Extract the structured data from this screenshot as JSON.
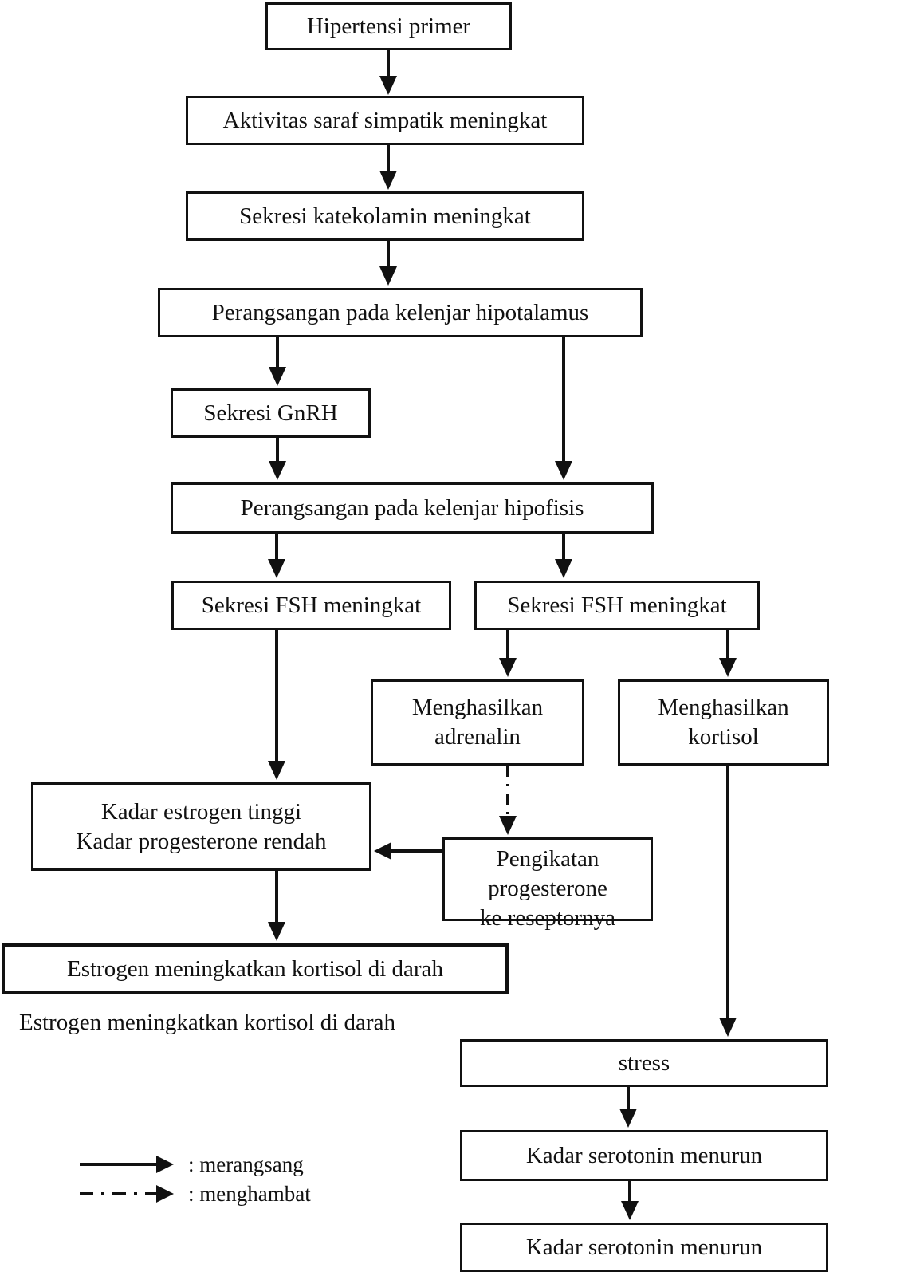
{
  "diagram": {
    "nodes": {
      "hipertensi": "Hipertensi primer",
      "aktivitas": "Aktivitas saraf simpatik meningkat",
      "katekolamin": "Sekresi katekolamin meningkat",
      "hipotalamus": "Perangsangan pada kelenjar hipotalamus",
      "gnrh": "Sekresi GnRH",
      "hipofisis": "Perangsangan pada kelenjar hipofisis",
      "fsh_left": "Sekresi FSH meningkat",
      "fsh_right": "Sekresi FSH meningkat",
      "adrenalin": "Menghasilkan adrenalin",
      "kortisol": "Menghasilkan kortisol",
      "kadar_estrogen": {
        "line1": "Kadar estrogen tinggi",
        "line2": "Kadar progesterone rendah"
      },
      "pengikatan": {
        "line1": "Pengikatan",
        "line2": "progesterone",
        "line3": "ke reseptornya"
      },
      "estrogen_boxed": "Estrogen meningkatkan kortisol di darah",
      "estrogen_plain": "Estrogen meningkatkan kortisol di darah",
      "stress": "stress",
      "serotonin_1": "Kadar serotonin menurun",
      "serotonin_2": "Kadar serotonin menurun"
    },
    "legend": {
      "solid": ": merangsang",
      "dashed": ": menghambat"
    },
    "colors": {
      "ink": "#111111",
      "background": "#ffffff"
    }
  }
}
